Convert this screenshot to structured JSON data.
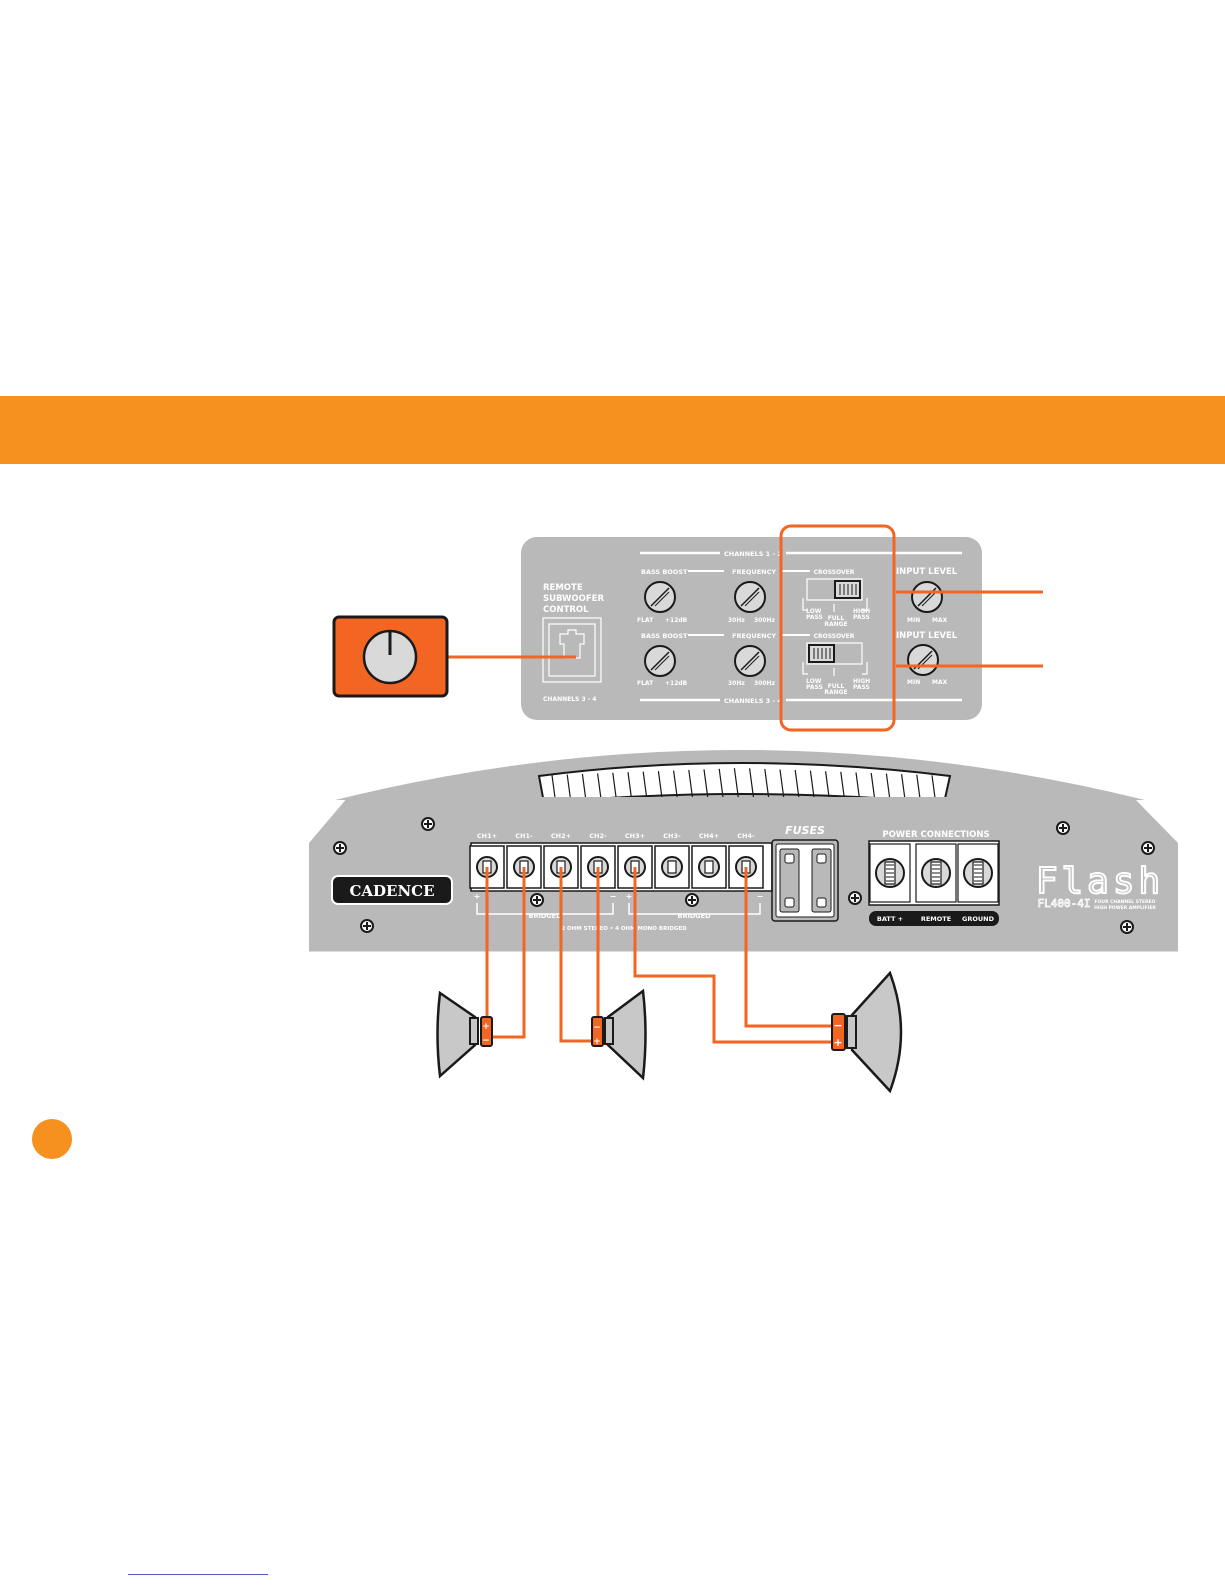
{
  "colors": {
    "accent": "#f6901e",
    "wire": "#f26522",
    "panel": "#b9b9b9",
    "panel_dark": "#a9a9a9",
    "knob": "#d9d9d9",
    "stroke": "#1a1a1a",
    "link": "#4a5fc1"
  },
  "control_panel": {
    "channels_top": "CHANNELS 1 - 2",
    "channels_bottom": "CHANNELS 3 - 4",
    "remote_title": [
      "REMOTE",
      "SUBWOOFER",
      "CONTROL"
    ],
    "remote_channels": "CHANNELS 3 - 4",
    "rows": [
      {
        "bass_boost": "BASS BOOST",
        "bass_min": "FLAT",
        "bass_max": "+12dB",
        "frequency": "FREQUENCY",
        "freq_min": "30Hz",
        "freq_max": "300Hz",
        "crossover": "CROSSOVER",
        "xo_low": [
          "LOW",
          "PASS"
        ],
        "xo_full": [
          "FULL",
          "RANGE"
        ],
        "xo_high": [
          "HIGH",
          "PASS"
        ],
        "input_level": "INPUT LEVEL",
        "input_min": "MIN",
        "input_max": "MAX",
        "switch": "high-pass"
      },
      {
        "bass_boost": "BASS BOOST",
        "bass_min": "FLAT",
        "bass_max": "+12dB",
        "frequency": "FREQUENCY",
        "freq_min": "30Hz",
        "freq_max": "300Hz",
        "crossover": "CROSSOVER",
        "xo_low": [
          "LOW",
          "PASS"
        ],
        "xo_full": [
          "FULL",
          "RANGE"
        ],
        "xo_high": [
          "HIGH",
          "PASS"
        ],
        "input_level": "INPUT LEVEL",
        "input_min": "MIN",
        "input_max": "MAX",
        "switch": "low-pass"
      }
    ]
  },
  "amplifier": {
    "brand": "CADENCE",
    "model_logo": "Flash",
    "model_number": "FL400-4I",
    "model_desc": [
      "FOUR CHANNEL STEREO",
      "HIGH POWER AMPLIFIER"
    ],
    "terminals": [
      "CH1+",
      "CH1-",
      "CH2+",
      "CH2-",
      "CH3+",
      "CH3-",
      "CH4+",
      "CH4-"
    ],
    "bridged": "BRIDGED",
    "plus": "+",
    "minus": "−",
    "impedance_note": "2 OHM STEREO  •  4 OHM MONO BRIDGED",
    "fuses": "FUSES",
    "power_title": "POWER CONNECTIONS",
    "power_labels": [
      "BATT +",
      "REMOTE",
      "GROUND"
    ]
  },
  "speakers": [
    {
      "polarity_top": "+",
      "polarity_bottom": "−"
    },
    {
      "polarity_top": "−",
      "polarity_bottom": "+"
    },
    {
      "polarity_top": "−",
      "polarity_bottom": "+"
    }
  ]
}
